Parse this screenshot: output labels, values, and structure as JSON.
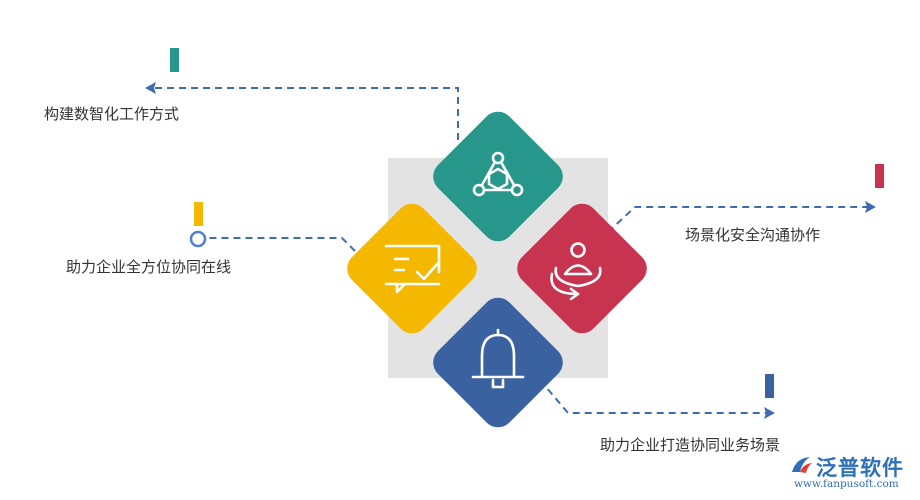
{
  "items": [
    {
      "label": "构建数智化工作方式",
      "color": "#27968b",
      "icon": "network-cube-icon"
    },
    {
      "label": "场景化安全沟通协作",
      "color": "#c83350",
      "icon": "user-orbit-icon"
    },
    {
      "label": "助力企业全方位协同在线",
      "color": "#f5b800",
      "icon": "chat-check-icon"
    },
    {
      "label": "助力企业打造协同业务场景",
      "color": "#3a62a0",
      "icon": "bell-icon"
    }
  ],
  "colors": {
    "connector": "#3f6cb0",
    "center_square": "#e3e3e3",
    "label_text": "#333333",
    "brand": "#2d6fb8"
  },
  "brand": {
    "name": "泛普软件",
    "url": "www.fanpusoft.com"
  }
}
